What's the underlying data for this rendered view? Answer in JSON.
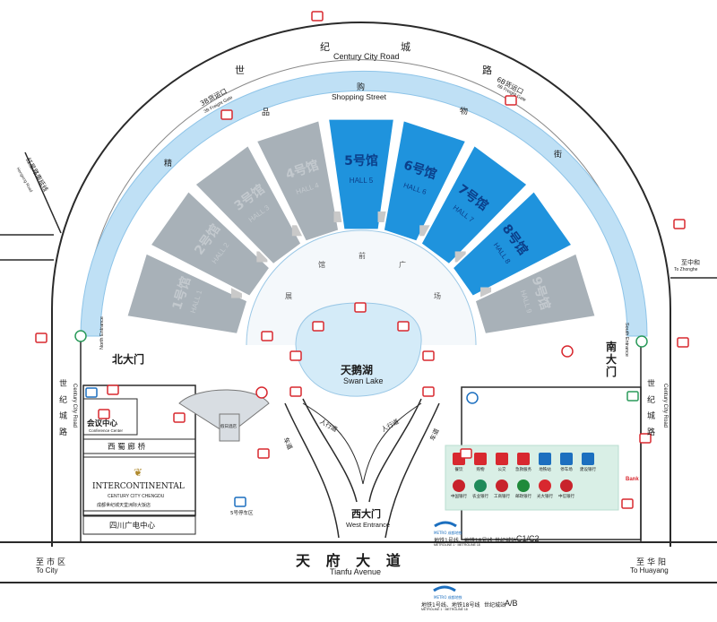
{
  "roads": {
    "century_city_road_top_en": "Century City Road",
    "century_city_road_top_cn": [
      "世",
      "纪",
      "城",
      "路"
    ],
    "century_city_road_left_cn": [
      "世",
      "纪",
      "城",
      "路"
    ],
    "century_city_road_left_en": "Century City Road",
    "century_city_road_right_cn": [
      "世",
      "纪",
      "城",
      "路"
    ],
    "century_city_road_right_en": "Century City Road",
    "tianfu_avenue_cn": "天 府 大 道",
    "tianfu_avenue_en": "Tianfu Avenue",
    "hongxing_road_cn": "红星路南延线",
    "hongxing_road_en": "Hongxing Road",
    "to_city_cn": "至市区",
    "to_city_en": "To City",
    "to_huayang_cn": "至华阳",
    "to_huayang_en": "To Huayang",
    "to_zhonghe_cn": "至中和",
    "to_zhonghe_en": "To Zhonghe"
  },
  "shopping_street": {
    "en": "Shopping Street",
    "cn": [
      "购",
      "物",
      "街",
      "精",
      "品"
    ]
  },
  "freight": {
    "gate3b_cn": "3B货运口",
    "gate3b_en": "3B Freight Gate",
    "gate6b_cn": "6B货运口",
    "gate6b_en": "6B Freight Gate"
  },
  "halls": [
    {
      "cn": "1号馆",
      "en": "HALL 1",
      "active": false
    },
    {
      "cn": "2号馆",
      "en": "HALL 2",
      "active": false
    },
    {
      "cn": "3号馆",
      "en": "HALL 3",
      "active": false
    },
    {
      "cn": "4号馆",
      "en": "HALL 4",
      "active": false
    },
    {
      "cn": "5号馆",
      "en": "HALL 5",
      "active": true
    },
    {
      "cn": "6号馆",
      "en": "HALL 6",
      "active": true
    },
    {
      "cn": "7号馆",
      "en": "HALL 7",
      "active": true
    },
    {
      "cn": "8号馆",
      "en": "HALL 8",
      "active": true
    },
    {
      "cn": "9号馆",
      "en": "HALL 9",
      "active": false
    }
  ],
  "plaza_cn": [
    "展",
    "馆",
    "前",
    "广",
    "场"
  ],
  "lake": {
    "cn": "天鹅湖",
    "en": "Swan Lake"
  },
  "entrances": {
    "north_cn": "北大门",
    "north_en": "North Entrance",
    "south_cn": "南大门",
    "south_en": "South Entrance",
    "west_cn": "西大门",
    "west_en": "West Entrance"
  },
  "walkways": {
    "road_cn": "车道",
    "ped_cn": "人行道"
  },
  "buildings": {
    "conference_cn": "会议中心",
    "conference_en": "Conference Center",
    "xishu_corridor": "西 蜀 廊 桥",
    "intercontinental_name": "INTERCONTINENTAL",
    "intercontinental_sub": "CENTURY CITY CHENGDU",
    "intercontinental_cn": "成都世纪城天堂洲际大饭店",
    "sichuan_plaza": "四川广电中心",
    "parking5_cn": "5号停车区",
    "new_hotel_cn": "假日酒店"
  },
  "metro": {
    "line1": "地铁1号线、地铁18号线",
    "line1_en": "METROLINE 1 · METROLINE 18",
    "station": "世纪城站",
    "exit_c": "C1/C2",
    "exit_ab": "A/B",
    "brand": "METRO 成都地铁"
  },
  "services": [
    {
      "label": "餐饮",
      "icon": "restaurant-icon",
      "color": "#d8282f"
    },
    {
      "label": "购物",
      "icon": "shopping-icon",
      "color": "#d8282f"
    },
    {
      "label": "公交",
      "icon": "bus-icon",
      "color": "#d8282f"
    },
    {
      "label": "急救服务",
      "icon": "first-aid-icon",
      "color": "#d8282f"
    },
    {
      "label": "地铁站",
      "icon": "metro-icon",
      "color": "#1c6fbf"
    },
    {
      "label": "停车场",
      "icon": "parking-icon",
      "color": "#1c6fbf"
    },
    {
      "label": "建设银行",
      "icon": "ccb-icon",
      "color": "#1c6fbf"
    },
    {
      "label": "中国银行",
      "icon": "boc-icon",
      "color": "#c8232c"
    },
    {
      "label": "农业银行",
      "icon": "abc-icon",
      "color": "#1f8a5a"
    },
    {
      "label": "工商银行",
      "icon": "icbc-icon",
      "color": "#c8232c"
    },
    {
      "label": "邮政银行",
      "icon": "psbc-icon",
      "color": "#1f8a3a"
    },
    {
      "label": "光大银行",
      "icon": "ceb-icon",
      "color": "#d8282f"
    },
    {
      "label": "中信银行",
      "icon": "citic-icon",
      "color": "#c8232c"
    }
  ],
  "bank_word": "Bank",
  "colors": {
    "road_blue": "#bfe0f5",
    "hall_blue": "#1f93dd",
    "hall_grey": "#a8b1b8",
    "lake": "#d4ebf8",
    "text_dark": "#1a1a1a",
    "red_icon": "#d8282f"
  }
}
